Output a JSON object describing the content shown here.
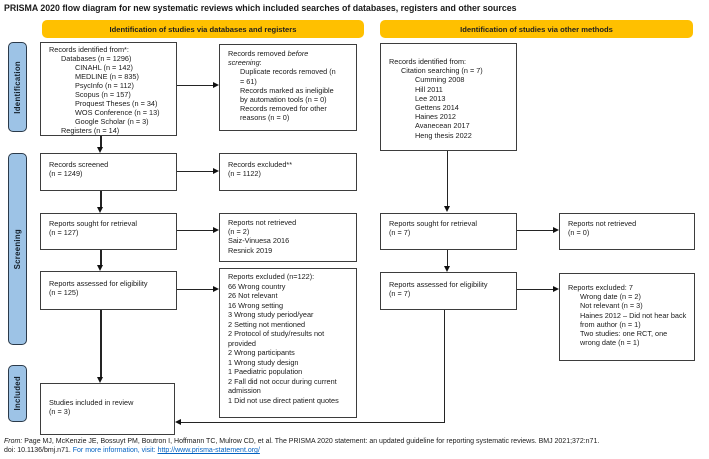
{
  "title": "PRISMA 2020 flow diagram for new systematic reviews which included searches of databases, registers and other sources",
  "colors": {
    "column_header_bg": "#FFC000",
    "stage_tab_bg": "#9DC3E6",
    "link_blue": "#0563C1",
    "box_border": "#3d3d3d"
  },
  "stages": {
    "identification": "Identification",
    "screening": "Screening",
    "included": "Included"
  },
  "column_headers": {
    "databases_registers": "Identification of studies via databases and registers",
    "other_methods": "Identification of studies via other methods"
  },
  "db": {
    "identified": {
      "lines": [
        "Records identified from*:",
        "Databases (n = 1296)",
        "CINAHL (n = 142)",
        "MEDLINE (n = 835)",
        "PsycInfo (n = 112)",
        "Scopus (n = 157)",
        "Proquest Theses (n = 34)",
        "WOS Conference (n = 13)",
        "Google Scholar (n = 3)",
        "Registers (n = 14)"
      ]
    },
    "removed": {
      "heading_regular": "Records removed",
      "heading_italic": "before screening",
      "heading_suffix": ":",
      "items": [
        "Duplicate records removed (n = 61)",
        "Records marked as ineligible by automation tools (n = 0)",
        "Records removed for other reasons (n = 0)"
      ]
    },
    "screened": {
      "l1": "Records screened",
      "l2": "(n = 1249)"
    },
    "excluded_screen": {
      "l1": "Records excluded**",
      "l2": "(n = 1122)"
    },
    "sought": {
      "l1": "Reports sought for retrieval",
      "l2": "(n = 127)"
    },
    "not_retrieved": {
      "lines": [
        "Reports not retrieved",
        "(n = 2)",
        "Saiz-Vinuesa 2016",
        "Resnick 2019"
      ]
    },
    "assessed": {
      "l1": "Reports assessed for eligibility",
      "l2": "(n = 125)"
    },
    "excluded_elig": {
      "heading": "Reports excluded (n=122):",
      "items": [
        "66 Wrong country",
        "26 Not relevant",
        "16 Wrong setting",
        "3 Wrong study period/year",
        "2 Setting not mentioned",
        "2 Protocol of study/results not provided",
        "2 Wrong participants",
        "1 Wrong study design",
        "1 Paediatric population",
        "2 Fall did not occur during current admission",
        "1 Did not use direct patient quotes"
      ]
    },
    "included": {
      "l1": "Studies included in review",
      "l2": "(n = 3)"
    }
  },
  "other": {
    "identified": {
      "lines": [
        "Records identified from:",
        "Citation searching (n = 7)",
        "Cumming 2008",
        "Hill 2011",
        "Lee 2013",
        "Gettens 2014",
        "Haines 2012",
        "Avanecean 2017",
        "Heng thesis 2022"
      ]
    },
    "sought": {
      "l1": "Reports sought for retrieval",
      "l2": "(n = 7)"
    },
    "not_retrieved": {
      "l1": "Reports not retrieved",
      "l2": "(n = 0)"
    },
    "assessed": {
      "l1": "Reports assessed for eligibility",
      "l2": "(n = 7)"
    },
    "excluded_elig": {
      "heading": "Reports excluded: 7",
      "items": [
        "Wrong date (n = 2)",
        "Not relevant (n = 3)",
        "Haines 2012 – Did not hear back from author (n = 1)",
        "Two studies: one RCT, one wrong date (n = 1)"
      ]
    }
  },
  "footer": {
    "from_label": "From:",
    "citation": "Page MJ, McKenzie JE, Bossuyt PM, Boutron I, Hoffmann TC, Mulrow CD, et al. The PRISMA 2020 statement: an updated guideline for reporting systematic reviews. BMJ 2021;372:n71.",
    "doi": "doi: 10.1136/bmj.n71.",
    "info": "For more information, visit:",
    "link": "http://www.prisma-statement.org/"
  }
}
